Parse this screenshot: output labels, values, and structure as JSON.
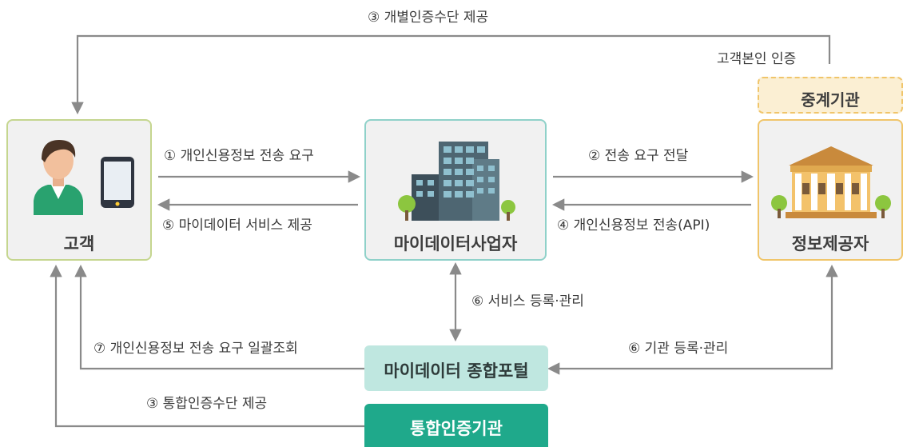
{
  "nodes": {
    "customer": {
      "label": "고객"
    },
    "mydata_operator": {
      "label": "마이데이터사업자"
    },
    "info_provider": {
      "label": "정보제공자"
    },
    "relay_agency": {
      "label": "중계기관"
    },
    "mydata_portal": {
      "label": "마이데이터 종합포털"
    },
    "auth_agency": {
      "label": "통합인증기관"
    }
  },
  "edges": {
    "e1": "① 개인신용정보 전송 요구",
    "e2": "② 전송 요구 전달",
    "e3_individual": "③ 개별인증수단 제공",
    "e3_identity": "고객본인 인증",
    "e3_integrated": "③ 통합인증수단 제공",
    "e4": "④ 개인신용정보 전송(API)",
    "e5": "⑤ 마이데이터 서비스 제공",
    "e6_service": "⑥ 서비스 등록·관리",
    "e6_agency": "⑥ 기관 등록·관리",
    "e7": "⑦ 개인신용정보 전송 요구 일괄조회"
  },
  "colors": {
    "customer_border": "#c5d68f",
    "operator_border": "#8fd1c9",
    "provider_border": "#f0c56a",
    "box_fill": "#f1f1f1",
    "relay_fill": "#fbefd3",
    "portal_fill": "#bfe7e0",
    "auth_fill": "#1fa98b",
    "arrow": "#8a8a8a"
  }
}
